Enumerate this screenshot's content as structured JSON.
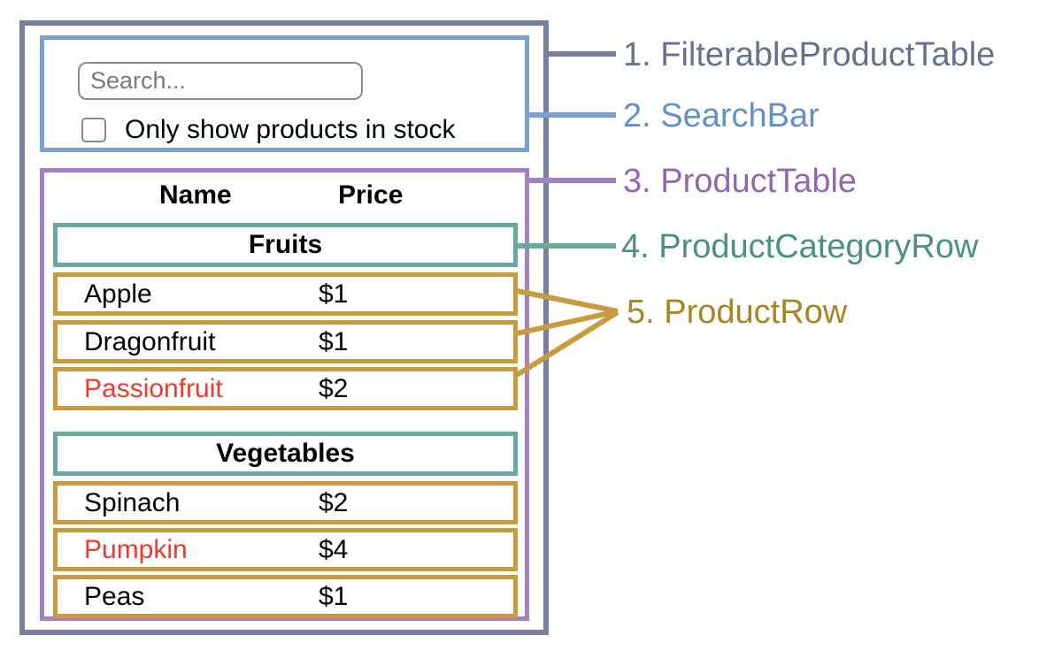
{
  "colors": {
    "slate": "#77819b",
    "slate-label": "#64718f",
    "blue": "#7aa1d4",
    "blue-label": "#6390c9",
    "purple": "#a77fc5",
    "purple-label": "#9366b4",
    "teal": "#68aaa0",
    "teal-label": "#4a9184",
    "gold": "#c89c3e",
    "gold-label": "#aa841f",
    "red": "#f0392b",
    "input-border": "#8a8a8a",
    "placeholder": "#7a7a7a"
  },
  "search_bar": {
    "placeholder": "Search...",
    "checkbox_label": "Only show products in stock",
    "checkbox_checked": false
  },
  "product_table": {
    "headers": {
      "name": "Name",
      "price": "Price"
    },
    "sections": [
      {
        "category": "Fruits",
        "rows": [
          {
            "name": "Apple",
            "price": "$1",
            "red": false
          },
          {
            "name": "Dragonfruit",
            "price": "$1",
            "red": false
          },
          {
            "name": "Passionfruit",
            "price": "$2",
            "red": true
          }
        ]
      },
      {
        "category": "Vegetables",
        "rows": [
          {
            "name": "Spinach",
            "price": "$2",
            "red": false
          },
          {
            "name": "Pumpkin",
            "price": "$4",
            "red": true
          },
          {
            "name": "Peas",
            "price": "$1",
            "red": false
          }
        ]
      }
    ]
  },
  "hierarchy_labels": [
    {
      "text": "1. FilterableProductTable"
    },
    {
      "text": "2. SearchBar"
    },
    {
      "text": "3. ProductTable"
    },
    {
      "text": "4. ProductCategoryRow"
    },
    {
      "text": "5. ProductRow"
    }
  ]
}
